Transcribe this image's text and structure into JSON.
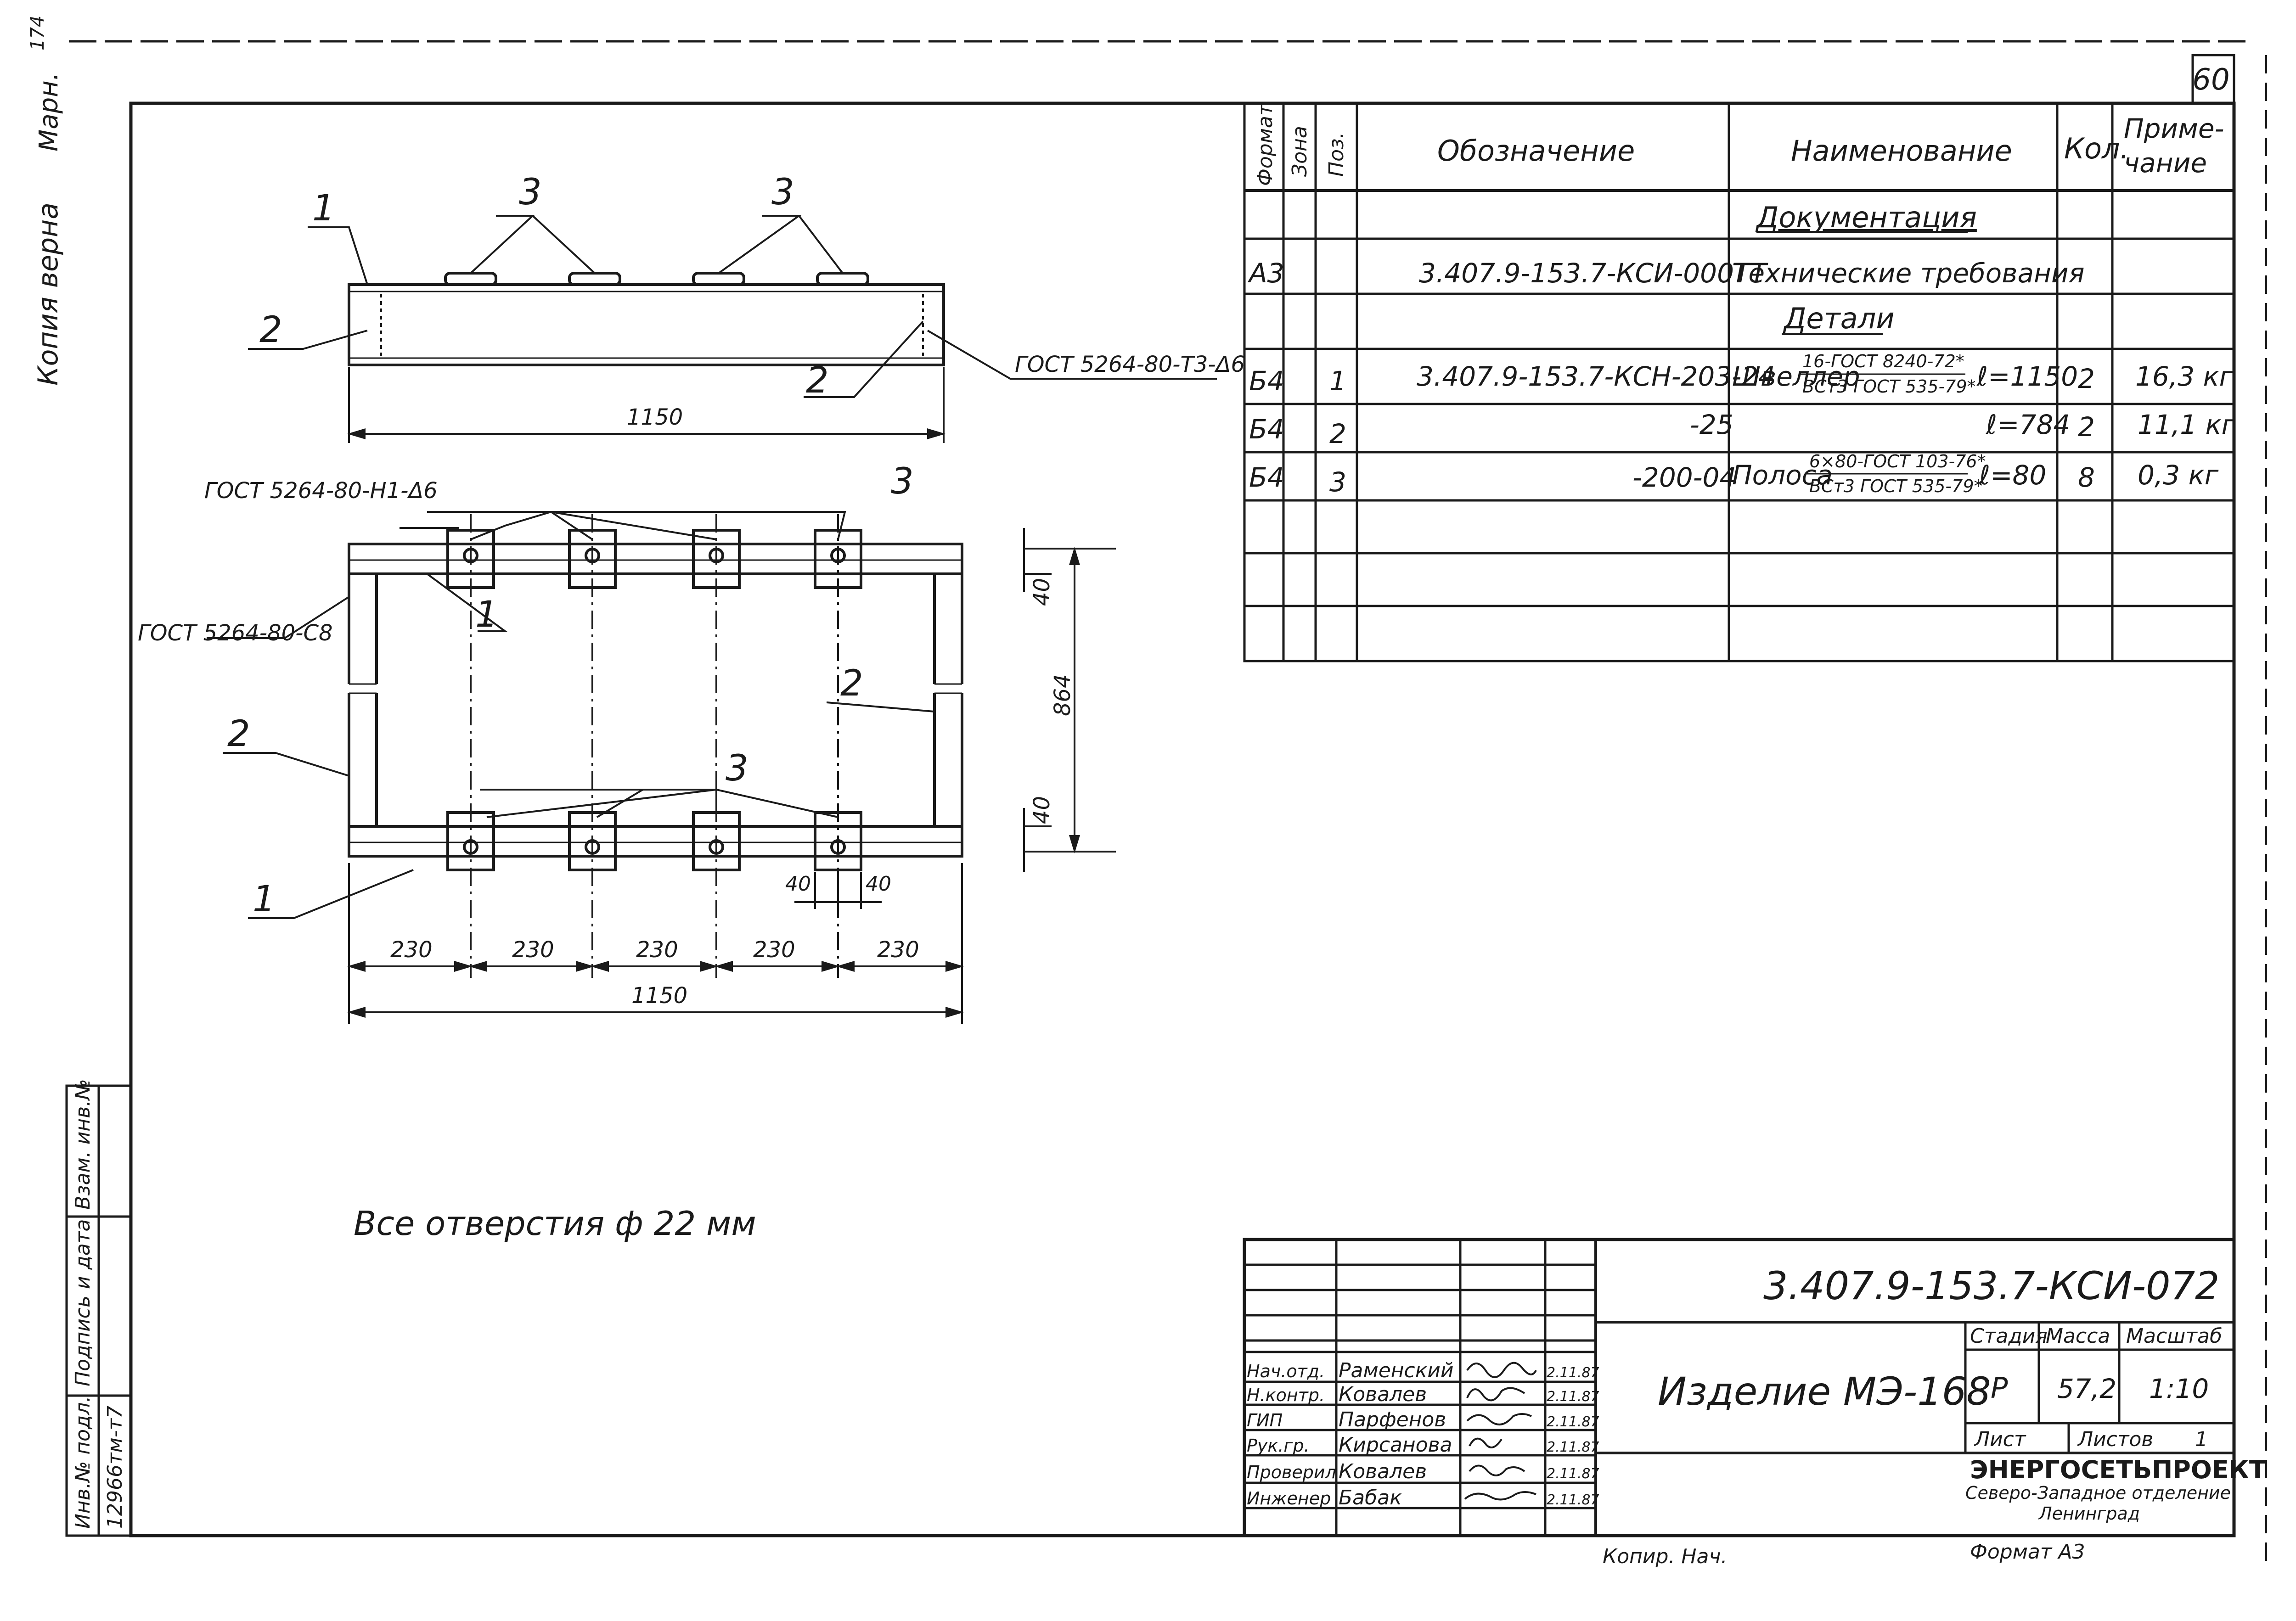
{
  "sheet_number": "60",
  "stamp": "Копия верна",
  "stamp_signature": "Марн.",
  "corner_mark": "174",
  "bom": {
    "headers": {
      "format": "Формат",
      "zone": "Зона",
      "pos": "Поз.",
      "designation": "Обозначение",
      "name": "Наименование",
      "qty": "Кол.",
      "note_line1": "Приме-",
      "note_line2": "чание"
    },
    "section_docs": "Документация",
    "row_doc": {
      "format": "А3",
      "designation": "3.407.9-153.7-КСИ-000ТТ",
      "name": "Технические требования"
    },
    "section_parts": "Детали",
    "rows": [
      {
        "format": "Б4",
        "pos": "1",
        "designation": "3.407.9-153.7-КСН-203-24",
        "name": "Швеллер",
        "spec_top": "16-ГОСТ 8240-72*",
        "spec_bottom": "ВСт3 ГОСТ 535-79*",
        "length": "ℓ=1150",
        "qty": "2",
        "note": "16,3 кг"
      },
      {
        "format": "Б4",
        "pos": "2",
        "designation": "-25",
        "name": "",
        "spec_top": "",
        "spec_bottom": "",
        "length": "ℓ=784",
        "qty": "2",
        "note": "11,1 кг"
      },
      {
        "format": "Б4",
        "pos": "3",
        "designation": "-200-04",
        "name": "Полоса",
        "spec_top": "6×80-ГОСТ 103-76*",
        "spec_bottom": "ВСт3 ГОСТ 535-79*",
        "length": "ℓ=80",
        "qty": "8",
        "note": "0,3 кг"
      }
    ]
  },
  "drawing": {
    "weld_top_right": "ГОСТ 5264-80-Т3-Δ6",
    "weld_plan_top": "ГОСТ 5264-80-Н1-Δ6",
    "weld_plan_left": "ГОСТ 5264-80-С8",
    "elev_length": "1150",
    "plan_length": "1150",
    "plan_width": "864",
    "edge_40_top": "40",
    "edge_40_bottom": "40",
    "plate_40_left": "40",
    "plate_40_right": "40",
    "spacing": [
      "230",
      "230",
      "230",
      "230",
      "230"
    ],
    "pos_labels": {
      "p1": "1",
      "p2": "2",
      "p3": "3"
    },
    "note": "Все   отверстия   ф 22 мм"
  },
  "side_stamp": {
    "inv_orig": "Инв.№ подл.",
    "inv_orig_value": "12966тм-т7",
    "sign_date": "Подпись и дата",
    "inv_replace": "Взам. инв.№"
  },
  "title_block": {
    "code": "3.407.9-153.7-КСИ-072",
    "item": "Изделие   МЭ-168",
    "stage_label": "Стадия",
    "mass_label": "Масса",
    "scale_label": "Масштаб",
    "stage": "Р",
    "mass": "57,2",
    "scale": "1:10",
    "sheet_label": "Лист",
    "sheets_label": "Листов",
    "sheets": "1",
    "org": "ЭНЕРГОСЕТЬПРОЕКТ",
    "org_dept": "Северо-Западное отделение",
    "org_city": "Ленинград",
    "people": [
      {
        "role": "Нач.отд.",
        "name": "Раменский",
        "date": "2.11.87"
      },
      {
        "role": "Н.контр.",
        "name": "Ковалев",
        "date": "2.11.87"
      },
      {
        "role": "ГИП",
        "name": "Парфенов",
        "date": "2.11.87"
      },
      {
        "role": "Рук.гр.",
        "name": "Кирсанова",
        "date": "2.11.87"
      },
      {
        "role": "Проверил",
        "name": "Ковалев",
        "date": "2.11.87"
      },
      {
        "role": "Инженер",
        "name": "Бабак",
        "date": "2.11.87"
      }
    ]
  },
  "footer": {
    "copy": "Копир. Нач.",
    "format": "Формат А3"
  }
}
